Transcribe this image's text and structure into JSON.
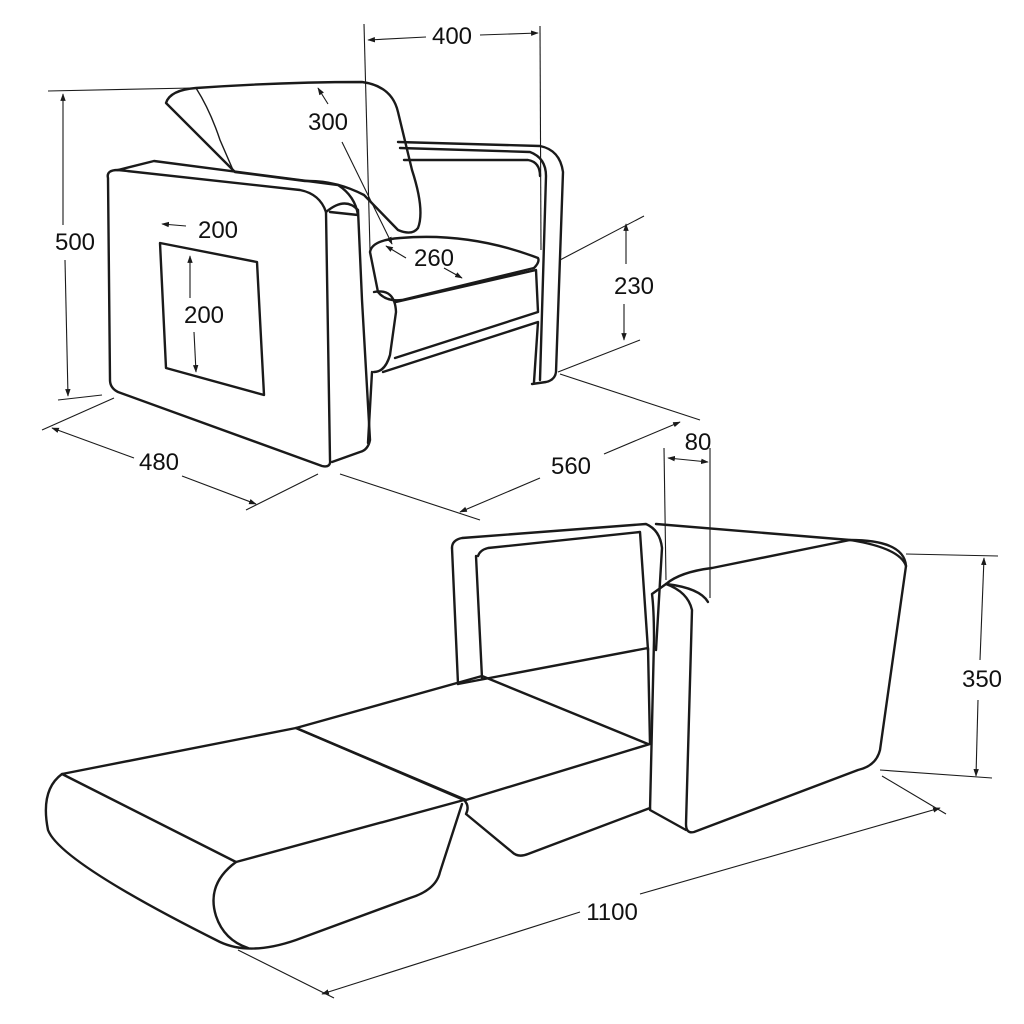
{
  "colors": {
    "stroke": "#1a1a1a",
    "background": "#ffffff",
    "text": "#111111"
  },
  "dimensions": {
    "width_top": "400",
    "backrest_height": "300",
    "total_height": "500",
    "pocket_width": "200",
    "pocket_height": "200",
    "seat_depth": "260",
    "seat_height": "230",
    "depth": "480",
    "width_front": "560",
    "armrest_width": "80",
    "armrest_height_unfolded": "350",
    "length_unfolded": "1100"
  }
}
